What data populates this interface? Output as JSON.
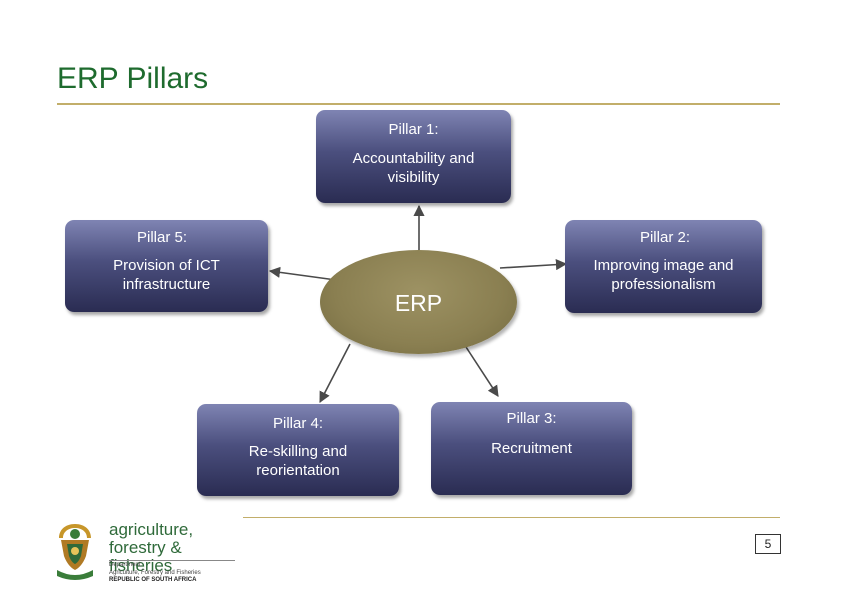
{
  "title": "ERP Pillars",
  "center_label": "ERP",
  "pillars": [
    {
      "heading": "Pillar 1:",
      "text": "Accountability and visibility"
    },
    {
      "heading": "Pillar 2:",
      "text": "Improving image and professionalism"
    },
    {
      "heading": "Pillar 3:",
      "text": "Recruitment"
    },
    {
      "heading": "Pillar 4:",
      "text": "Re-skilling and reorientation"
    },
    {
      "heading": "Pillar 5:",
      "text": "Provision of ICT infrastructure"
    }
  ],
  "page_number": "5",
  "logo": {
    "line1": "agriculture,",
    "line2": "forestry & fisheries",
    "department": "Department:",
    "department_name": "Agriculture, Forestry and Fisheries",
    "country": "REPUBLIC OF SOUTH AFRICA"
  },
  "colors": {
    "title": "#1e6b2e",
    "rule": "#c2ae6a",
    "box": "#4b4f7e",
    "ellipse": "#8a7f51"
  }
}
